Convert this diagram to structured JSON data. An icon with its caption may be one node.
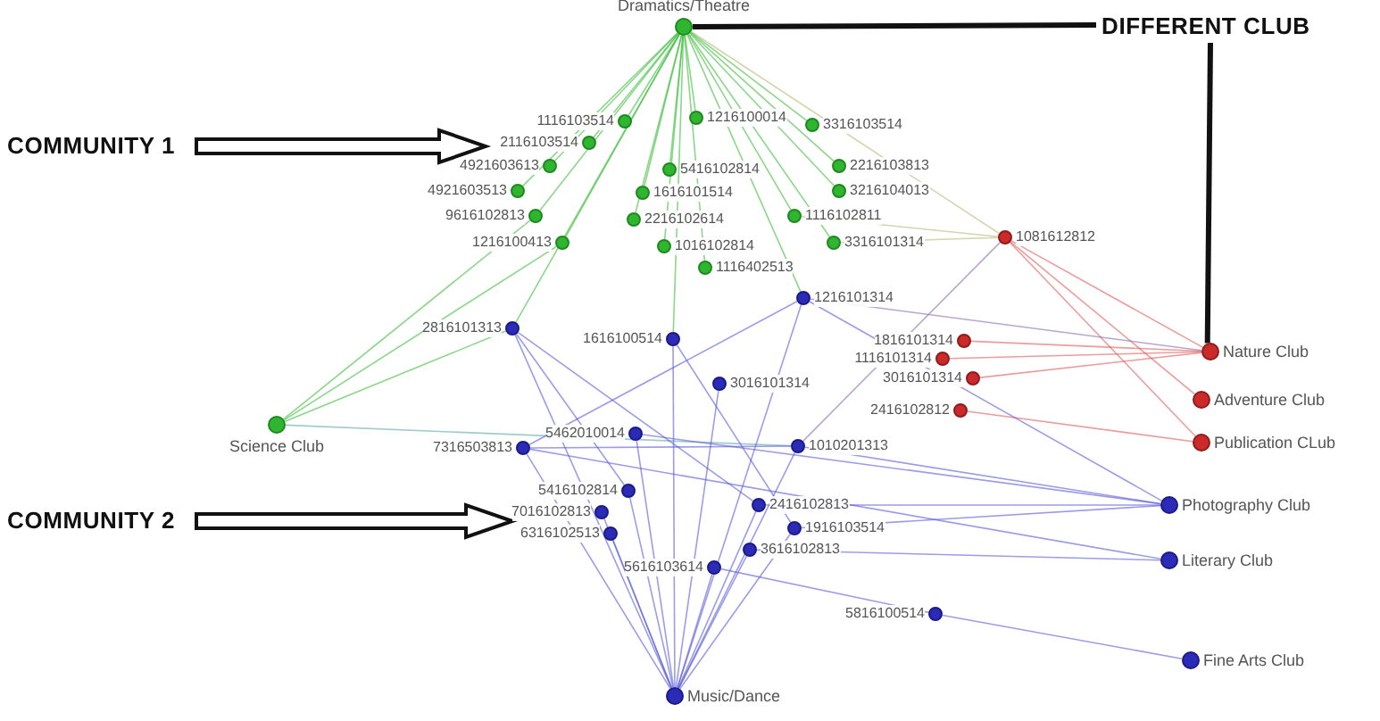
{
  "diagram": {
    "nodes": [
      {
        "text": [],
        "shape": "circle",
        "beside": [
          "Dramatics/Theatre"
        ]
      },
      {
        "text": [],
        "shape": "circle",
        "beside": [
          "Science Club"
        ]
      },
      {
        "text": [],
        "shape": "circle",
        "beside": [
          "Nature Club"
        ]
      },
      {
        "text": [],
        "shape": "circle",
        "beside": [
          "Adventure Club"
        ]
      },
      {
        "text": [],
        "shape": "circle",
        "beside": [
          "Publication CLub"
        ]
      },
      {
        "text": [],
        "shape": "circle",
        "beside": [
          "Photography Club"
        ]
      },
      {
        "text": [],
        "shape": "circle",
        "beside": [
          "Literary Club"
        ]
      },
      {
        "text": [],
        "shape": "circle",
        "beside": [
          "Fine Arts Club"
        ]
      },
      {
        "text": [],
        "shape": "circle",
        "beside": [
          "Music/Dance"
        ]
      },
      {
        "text": [],
        "shape": "circle",
        "beside": [
          "1116103514"
        ]
      },
      {
        "text": [],
        "shape": "circle",
        "beside": [
          "1216100014"
        ]
      },
      {
        "text": [],
        "shape": "circle",
        "beside": [
          "3316103514"
        ]
      },
      {
        "text": [],
        "shape": "circle",
        "beside": [
          "2116103514"
        ]
      },
      {
        "text": [],
        "shape": "circle",
        "beside": [
          "1116402513"
        ]
      },
      {
        "text": [],
        "shape": "circle",
        "beside": [
          "4921603613"
        ]
      },
      {
        "text": [],
        "shape": "circle",
        "beside": [
          "2216103813"
        ]
      },
      {
        "text": [],
        "shape": "circle",
        "beside": [
          "5416102814"
        ]
      },
      {
        "text": [],
        "shape": "circle",
        "beside": [
          "4921603513"
        ]
      },
      {
        "text": [],
        "shape": "circle",
        "beside": [
          "3216104013"
        ]
      },
      {
        "text": [],
        "shape": "circle",
        "beside": [
          "1616101514"
        ]
      },
      {
        "text": [],
        "shape": "circle",
        "beside": [
          "9616102813"
        ]
      },
      {
        "text": [],
        "shape": "circle",
        "beside": [
          "1116102811"
        ]
      },
      {
        "text": [],
        "shape": "circle",
        "beside": [
          "2216102614"
        ]
      },
      {
        "text": [],
        "shape": "circle",
        "beside": [
          "1216100413"
        ]
      },
      {
        "text": [],
        "shape": "circle",
        "beside": [
          "3316101314"
        ]
      },
      {
        "text": [],
        "shape": "circle",
        "beside": [
          "1016102814"
        ]
      },
      {
        "text": [],
        "shape": "circle",
        "beside": [
          "1081612812"
        ]
      },
      {
        "text": [],
        "shape": "circle",
        "beside": [
          "1816101314"
        ]
      },
      {
        "text": [],
        "shape": "circle",
        "beside": [
          "1116101314"
        ]
      },
      {
        "text": [],
        "shape": "circle",
        "beside": [
          "3016101314"
        ]
      },
      {
        "text": [],
        "shape": "circle",
        "beside": [
          "2416102812"
        ]
      },
      {
        "text": [],
        "shape": "circle",
        "beside": [
          "1216101314"
        ]
      },
      {
        "text": [],
        "shape": "circle",
        "beside": [
          "2816101313"
        ]
      },
      {
        "text": [],
        "shape": "circle",
        "beside": [
          "1616100514"
        ]
      },
      {
        "text": [],
        "shape": "circle",
        "beside": [
          "3016101314"
        ]
      },
      {
        "text": [],
        "shape": "circle",
        "beside": [
          "5462010014"
        ]
      },
      {
        "text": [],
        "shape": "circle",
        "beside": [
          "7316503813"
        ]
      },
      {
        "text": [],
        "shape": "circle",
        "beside": [
          "1010201313"
        ]
      },
      {
        "text": [],
        "shape": "circle",
        "beside": [
          "5416102814"
        ]
      },
      {
        "text": [],
        "shape": "circle",
        "beside": [
          "7016102813"
        ]
      },
      {
        "text": [],
        "shape": "circle",
        "beside": [
          "6316102513"
        ]
      },
      {
        "text": [],
        "shape": "circle",
        "beside": [
          "2416102813"
        ]
      },
      {
        "text": [],
        "shape": "circle",
        "beside": [
          "1916103514"
        ]
      },
      {
        "text": [],
        "shape": "circle",
        "beside": [
          "3616102813"
        ]
      },
      {
        "text": [],
        "shape": "circle",
        "beside": [
          "5616103614"
        ]
      },
      {
        "text": [],
        "shape": "circle",
        "beside": [
          "5816100514"
        ]
      },
      {
        "text": [
          "COMMUNITY 1"
        ]
      },
      {
        "text": [
          "COMMUNITY 2"
        ]
      },
      {
        "text": [
          "DIFFERENT CLUB"
        ]
      }
    ],
    "edges": [
      {
        "from": 9,
        "to": 0,
        "arrow": "none",
        "color": "#3cbc3c"
      },
      {
        "from": 10,
        "to": 0,
        "arrow": "none",
        "color": "#3cbc3c"
      },
      {
        "from": 11,
        "to": 0,
        "arrow": "none",
        "color": "#3cbc3c"
      },
      {
        "from": 12,
        "to": 0,
        "arrow": "none",
        "color": "#3cbc3c"
      },
      {
        "from": 13,
        "to": 0,
        "arrow": "none",
        "color": "#3cbc3c"
      },
      {
        "from": 14,
        "to": 0,
        "arrow": "none",
        "color": "#3cbc3c"
      },
      {
        "from": 15,
        "to": 0,
        "arrow": "none",
        "color": "#3cbc3c"
      },
      {
        "from": 16,
        "to": 0,
        "arrow": "none",
        "color": "#3cbc3c"
      },
      {
        "from": 17,
        "to": 0,
        "arrow": "none",
        "color": "#3cbc3c"
      },
      {
        "from": 18,
        "to": 0,
        "arrow": "none",
        "color": "#3cbc3c"
      },
      {
        "from": 19,
        "to": 0,
        "arrow": "none",
        "color": "#3cbc3c"
      },
      {
        "from": 20,
        "to": 0,
        "arrow": "none",
        "color": "#3cbc3c"
      },
      {
        "from": 21,
        "to": 0,
        "arrow": "none",
        "color": "#3cbc3c"
      },
      {
        "from": 22,
        "to": 0,
        "arrow": "none",
        "color": "#3cbc3c"
      },
      {
        "from": 23,
        "to": 0,
        "arrow": "none",
        "color": "#3cbc3c"
      },
      {
        "from": 24,
        "to": 0,
        "arrow": "none",
        "color": "#3cbc3c"
      },
      {
        "from": 25,
        "to": 0,
        "arrow": "none",
        "color": "#3cbc3c"
      },
      {
        "from": 31,
        "to": 0,
        "arrow": "none",
        "color": "#3cbc3c"
      },
      {
        "from": 32,
        "to": 0,
        "arrow": "none",
        "color": "#3cbc3c"
      },
      {
        "from": 33,
        "to": 0,
        "arrow": "none",
        "color": "#3cbc3c"
      },
      {
        "from": 23,
        "to": 1,
        "arrow": "none",
        "color": "#3cbc3c"
      },
      {
        "from": 20,
        "to": 1,
        "arrow": "none",
        "color": "#3cbc3c"
      },
      {
        "from": 32,
        "to": 1,
        "arrow": "none",
        "color": "#3cbc3c"
      },
      {
        "from": 1,
        "to": 37,
        "arrow": "none",
        "color": "#5fa8a8"
      },
      {
        "from": 26,
        "to": 0,
        "arrow": "none",
        "color": "#b8b878"
      },
      {
        "from": 24,
        "to": 26,
        "arrow": "none",
        "color": "#b8b878"
      },
      {
        "from": 21,
        "to": 26,
        "arrow": "none",
        "color": "#b8b878"
      },
      {
        "from": 26,
        "to": 2,
        "arrow": "none",
        "color": "#e05a5a"
      },
      {
        "from": 26,
        "to": 3,
        "arrow": "none",
        "color": "#e05a5a"
      },
      {
        "from": 26,
        "to": 4,
        "arrow": "none",
        "color": "#e05a5a"
      },
      {
        "from": 27,
        "to": 2,
        "arrow": "none",
        "color": "#e05a5a"
      },
      {
        "from": 28,
        "to": 2,
        "arrow": "none",
        "color": "#e05a5a"
      },
      {
        "from": 29,
        "to": 2,
        "arrow": "none",
        "color": "#e05a5a"
      },
      {
        "from": 30,
        "to": 4,
        "arrow": "none",
        "color": "#e05a5a"
      },
      {
        "from": 31,
        "to": 2,
        "arrow": "none",
        "color": "#8a6aae"
      },
      {
        "from": 37,
        "to": 26,
        "arrow": "none",
        "color": "#8a6aae"
      },
      {
        "from": 31,
        "to": 8,
        "arrow": "none"
      },
      {
        "from": 32,
        "to": 8,
        "arrow": "none"
      },
      {
        "from": 33,
        "to": 8,
        "arrow": "none"
      },
      {
        "from": 34,
        "to": 8,
        "arrow": "none"
      },
      {
        "from": 35,
        "to": 8,
        "arrow": "none"
      },
      {
        "from": 36,
        "to": 8,
        "arrow": "none"
      },
      {
        "from": 37,
        "to": 8,
        "arrow": "none"
      },
      {
        "from": 38,
        "to": 8,
        "arrow": "none"
      },
      {
        "from": 39,
        "to": 8,
        "arrow": "none"
      },
      {
        "from": 40,
        "to": 8,
        "arrow": "none"
      },
      {
        "from": 41,
        "to": 8,
        "arrow": "none"
      },
      {
        "from": 42,
        "to": 8,
        "arrow": "none"
      },
      {
        "from": 43,
        "to": 8,
        "arrow": "none"
      },
      {
        "from": 44,
        "to": 8,
        "arrow": "none"
      },
      {
        "from": 32,
        "to": 38,
        "arrow": "none"
      },
      {
        "from": 32,
        "to": 41,
        "arrow": "none"
      },
      {
        "from": 33,
        "to": 42,
        "arrow": "none"
      },
      {
        "from": 36,
        "to": 37,
        "arrow": "none"
      },
      {
        "from": 31,
        "to": 36,
        "arrow": "none"
      },
      {
        "from": 31,
        "to": 5,
        "arrow": "none"
      },
      {
        "from": 35,
        "to": 5,
        "arrow": "none"
      },
      {
        "from": 37,
        "to": 5,
        "arrow": "none"
      },
      {
        "from": 41,
        "to": 5,
        "arrow": "none"
      },
      {
        "from": 42,
        "to": 5,
        "arrow": "none"
      },
      {
        "from": 36,
        "to": 6,
        "arrow": "none"
      },
      {
        "from": 43,
        "to": 6,
        "arrow": "none"
      },
      {
        "from": 44,
        "to": 45,
        "arrow": "none"
      },
      {
        "from": 45,
        "to": 7,
        "arrow": "none"
      },
      {
        "from": 46,
        "to": null,
        "arrow": "to",
        "style": "thick",
        "color": "#111111"
      },
      {
        "from": 47,
        "to": null,
        "arrow": "to",
        "style": "thick",
        "color": "#111111"
      },
      {
        "from": 48,
        "to": 0,
        "arrow": "none",
        "style": "thick",
        "color": "#111111"
      },
      {
        "from": 48,
        "to": 2,
        "arrow": "none",
        "style": "thick",
        "color": "#111111"
      }
    ]
  }
}
